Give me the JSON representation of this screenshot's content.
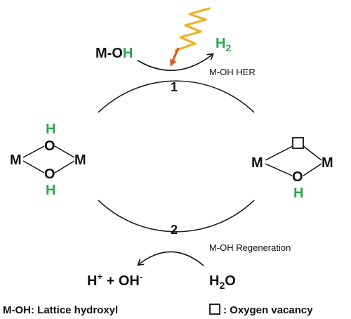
{
  "colors": {
    "green": "#2aa84a",
    "black": "#111111",
    "light_wave": "#f2b02a",
    "light_arrow": "#e8531f"
  },
  "step1": {
    "number": "1",
    "reactant_prefix": "M-O",
    "reactant_h": "H",
    "product_base": "H",
    "product_sub": "2",
    "label": "M-OH HER"
  },
  "step2": {
    "number": "2",
    "label": "M-OH Regeneration",
    "product_h": "H",
    "product_h_sup": "+",
    "product_plus": " + OH",
    "product_oh_sup": "-",
    "reactant_base": "H",
    "reactant_sub": "2",
    "reactant_o": "O"
  },
  "left_structure": {
    "m_left": "M",
    "m_right": "M",
    "o_top": "O",
    "o_bottom": "O",
    "h_top": "H",
    "h_bottom": "H"
  },
  "right_structure": {
    "m_left": "M",
    "m_right": "M",
    "o_bottom": "O",
    "h_bottom": "H",
    "vacancy_icon": "square-vacancy-icon"
  },
  "legend": {
    "hydroxyl": "M-OH: Lattice hydroxyl",
    "vacancy_icon": "square-vacancy-icon",
    "vacancy": ": Oxygen vacancy"
  }
}
